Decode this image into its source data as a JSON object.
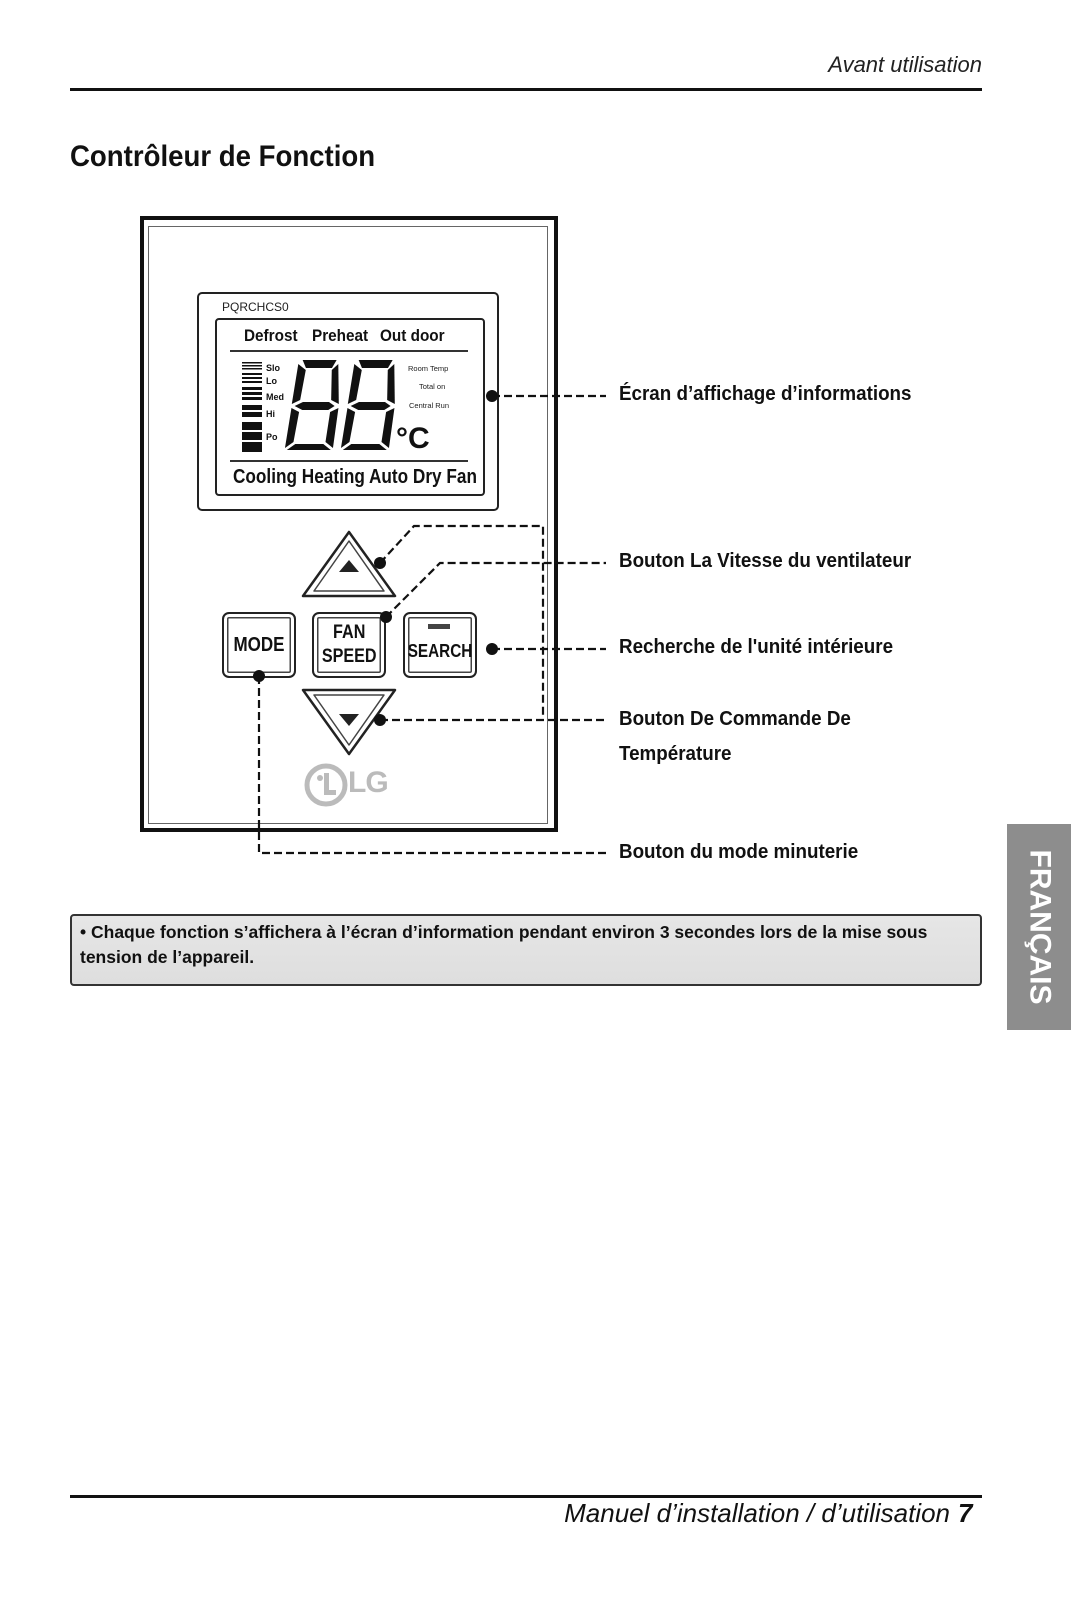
{
  "header": {
    "section": "Avant utilisation"
  },
  "title": "Contrôleur de Fonction",
  "device": {
    "model": "PQRCHCS0",
    "lcd": {
      "top_labels": [
        "Defrost",
        "Preheat",
        "Out door"
      ],
      "fan_levels": [
        "Slo",
        "Lo",
        "Med",
        "Hi",
        "Po"
      ],
      "info_labels": [
        "Room Temp",
        "Total on",
        "Central Run"
      ],
      "unit": "°C",
      "modes": "Cooling Heating Auto Dry Fan"
    },
    "buttons": {
      "mode": "MODE",
      "fan_line1": "FAN",
      "fan_line2": "SPEED",
      "search": "SEARCH"
    },
    "brand": "LG"
  },
  "callouts": {
    "display": "Écran d’affichage d’informations",
    "fan_speed": "Bouton La Vitesse du ventilateur",
    "search": "Recherche de l'unité intérieure",
    "temp_line1": "Bouton De Commande De",
    "temp_line2": "Température",
    "timer": "Bouton du mode minuterie"
  },
  "note": "• Chaque fonction s’affichera à l’écran d’information pendant environ 3 secondes lors de la mise sous tension de l’appareil.",
  "language_tab": "FRANÇAIS",
  "footer": {
    "manual": "Manuel d’installation / d’utilisation",
    "page": "7"
  }
}
